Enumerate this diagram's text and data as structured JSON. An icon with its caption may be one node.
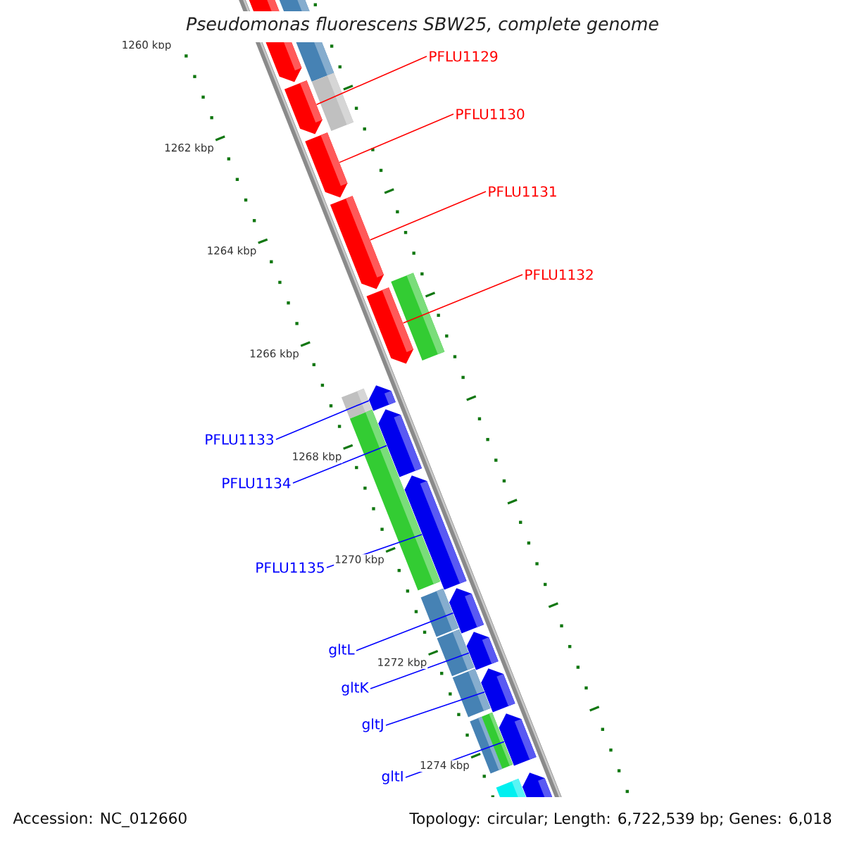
{
  "diagram": {
    "title": "Pseudomonas fluorescens SBW25, complete genome",
    "nodes": [
      {
        "text": [
          "PFLU1129"
        ]
      },
      {
        "text": [
          "PFLU1130"
        ]
      },
      {
        "text": [
          "PFLU1131"
        ]
      },
      {
        "text": [
          "PFLU1132"
        ]
      },
      {
        "text": [
          "PFLU1133"
        ]
      },
      {
        "text": [
          "PFLU1134"
        ]
      },
      {
        "text": [
          "PFLU1135"
        ]
      },
      {
        "text": [
          "gltL"
        ]
      },
      {
        "text": [
          "gltK"
        ]
      },
      {
        "text": [
          "gltJ"
        ]
      },
      {
        "text": [
          "gltI"
        ]
      },
      {
        "text": [],
        "shape": "arrow"
      },
      {
        "text": [],
        "shape": "arrow"
      },
      {
        "text": [],
        "shape": "arrow"
      },
      {
        "text": [],
        "shape": "arrow"
      },
      {
        "text": [],
        "shape": "arrow"
      },
      {
        "text": [],
        "shape": "arrow"
      },
      {
        "text": [],
        "shape": "arrow"
      },
      {
        "text": [],
        "shape": "arrow"
      },
      {
        "text": [],
        "shape": "arrow"
      },
      {
        "text": [],
        "shape": "arrow"
      },
      {
        "text": [],
        "shape": "arrow"
      }
    ],
    "edges": [
      {
        "from": 0,
        "to": 11,
        "arrow": "none",
        "color": "#ff0000"
      },
      {
        "from": 1,
        "to": 12,
        "arrow": "none",
        "color": "#ff0000"
      },
      {
        "from": 2,
        "to": 13,
        "arrow": "none",
        "color": "#ff0000"
      },
      {
        "from": 3,
        "to": 14,
        "arrow": "none",
        "color": "#ff0000"
      },
      {
        "from": 4,
        "to": 15,
        "arrow": "none"
      },
      {
        "from": 5,
        "to": 16,
        "arrow": "none"
      },
      {
        "from": 6,
        "to": 17,
        "arrow": "none"
      },
      {
        "from": 7,
        "to": 18,
        "arrow": "none"
      },
      {
        "from": 8,
        "to": 19,
        "arrow": "none"
      },
      {
        "from": 9,
        "to": 20,
        "arrow": "none"
      },
      {
        "from": 10,
        "to": 21,
        "arrow": "none"
      }
    ],
    "labels": [
      "1260 kbp",
      "1262 kbp",
      "1264 kbp",
      "1266 kbp",
      "1268 kbp",
      "1270 kbp",
      "1272 kbp",
      "1274 kbp",
      "Accession: NC_012660",
      "Topology: circular; Length: 6,722,539 bp; Genes: 6,018"
    ]
  }
}
